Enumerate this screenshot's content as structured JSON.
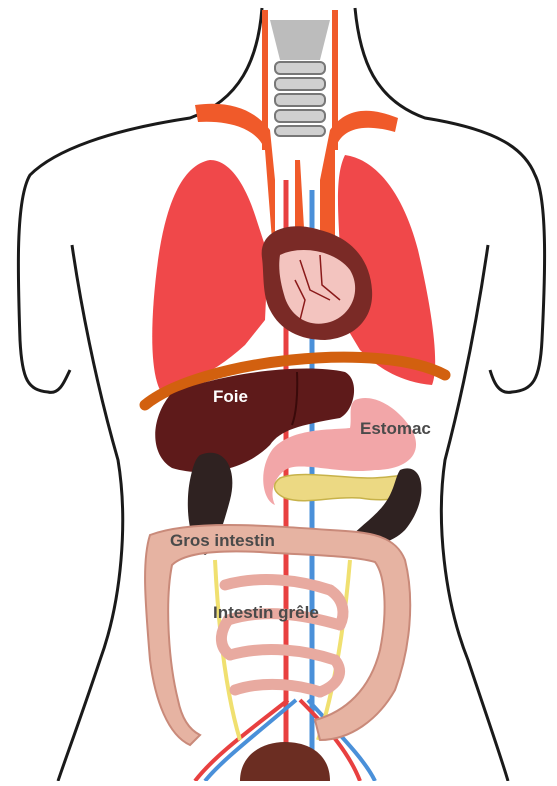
{
  "labels": {
    "liver": "Foie",
    "stomach": "Estomac",
    "large_intestine": "Gros intestin",
    "small_intestine": "Intestin grêle"
  },
  "colors": {
    "lung": "#f0484a",
    "trachea": "#f05a2a",
    "heart": "#7a2a26",
    "liver": "#5e1a1a",
    "stomach": "#f2a6a8",
    "pancreas": "#ecd983",
    "diaphragm": "#d2600f",
    "colon": "#e6b3a2",
    "artery": "#e84040",
    "vein": "#4a90d9",
    "ureter": "#f0e070",
    "bladder": "#6b2d22",
    "spine": "#bcbcbc"
  }
}
